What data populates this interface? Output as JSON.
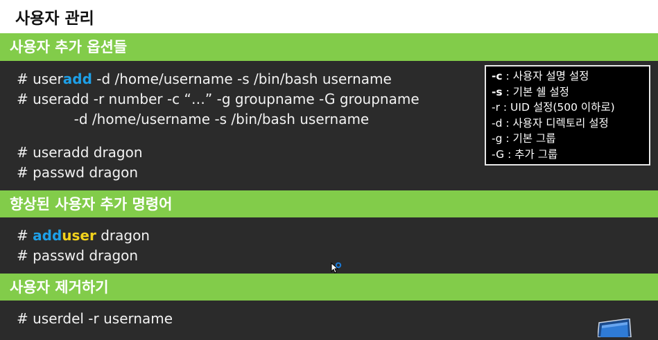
{
  "page_title": "사용자 관리",
  "sections": [
    {
      "header": "사용자 추가 옵션들",
      "lines": [
        {
          "prefix": "# user",
          "highlight": "add",
          "rest": " -d /home/username -s /bin/bash username"
        },
        {
          "text": "# useradd -r number -c “…” -g groupname -G groupname"
        },
        {
          "text": "             -d /home/username -s /bin/bash username"
        },
        {
          "text": "# useradd dragon"
        },
        {
          "text": "# passwd dragon"
        }
      ],
      "options": [
        {
          "flag": "-c",
          "desc": " : 사용자 설명 설정",
          "bold": true
        },
        {
          "flag": "-s",
          "desc": " : 기본 쉘 설정",
          "bold": true
        },
        {
          "flag": "-r",
          "desc": " : UID 설정(500 이하로)",
          "bold": false
        },
        {
          "flag": "-d",
          "desc": " : 사용자 디렉토리 설정",
          "bold": false
        },
        {
          "flag": "-g",
          "desc": " : 기본 그룹",
          "bold": false
        },
        {
          "flag": "-G",
          "desc": " : 추가 그룹",
          "bold": false
        }
      ]
    },
    {
      "header": "향상된 사용자 추가 명령어",
      "lines": [
        {
          "prefix": "# ",
          "highlight_blue": "add",
          "highlight_yellow": "user",
          "rest": " dragon"
        },
        {
          "text": "# passwd dragon"
        }
      ]
    },
    {
      "header": "사용자 제거하기",
      "lines": [
        {
          "text": "# userdel -r username"
        }
      ]
    }
  ],
  "icons": {
    "cursor": "busy-pointer-icon",
    "corner": "window-icon"
  },
  "colors": {
    "header_green": "#82cc4a",
    "panel_bg": "#2b2b2b",
    "highlight_blue": "#1ea0e8",
    "highlight_yellow": "#f2d21c"
  }
}
